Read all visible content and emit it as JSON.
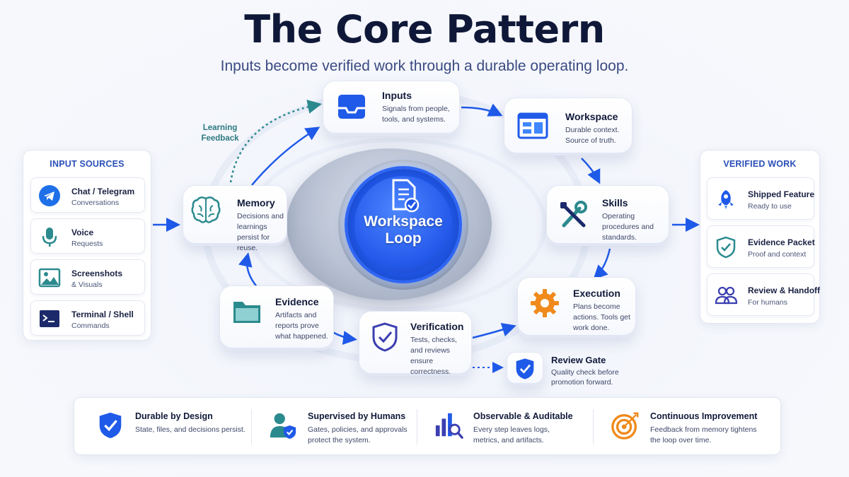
{
  "title": "The Core Pattern",
  "subtitle": "Inputs become verified work through a durable operating loop.",
  "input_sources": {
    "title": "INPUT SOURCES",
    "items": [
      {
        "label": "Chat / Telegram",
        "sub": "Conversations",
        "icon": "telegram-icon"
      },
      {
        "label": "Voice",
        "sub": "Requests",
        "icon": "microphone-icon"
      },
      {
        "label": "Screenshots",
        "sub": "& Visuals",
        "icon": "image-icon"
      },
      {
        "label": "Terminal / Shell",
        "sub": "Commands",
        "icon": "terminal-icon"
      }
    ]
  },
  "verified_work": {
    "title": "VERIFIED WORK",
    "items": [
      {
        "label": "Shipped Feature",
        "sub": "Ready to use",
        "icon": "rocket-icon"
      },
      {
        "label": "Evidence Packet",
        "sub": "Proof and context",
        "icon": "shield-check-icon"
      },
      {
        "label": "Review & Handoff",
        "sub": "For humans",
        "icon": "people-icon"
      }
    ]
  },
  "hub": {
    "line1": "Workspace",
    "line2": "Loop",
    "icon": "document-check-icon"
  },
  "loop": {
    "inputs": {
      "title": "Inputs",
      "desc": "Signals from people, tools, and systems.",
      "icon": "inbox-icon"
    },
    "workspace": {
      "title": "Workspace",
      "desc": "Durable context. Source of truth.",
      "icon": "browser-window-icon"
    },
    "skills": {
      "title": "Skills",
      "desc": "Operating procedures and standards.",
      "icon": "tools-icon"
    },
    "execution": {
      "title": "Execution",
      "desc": "Plans become actions. Tools get work done.",
      "icon": "gear-icon"
    },
    "verification": {
      "title": "Verification",
      "desc": "Tests, checks, and reviews ensure correctness.",
      "icon": "shield-check-icon"
    },
    "evidence": {
      "title": "Evidence",
      "desc": "Artifacts and reports prove what happened.",
      "icon": "folder-icon"
    },
    "memory": {
      "title": "Memory",
      "desc": "Decisions and learnings persist for reuse.",
      "icon": "brain-icon"
    },
    "review_gate": {
      "title": "Review Gate",
      "desc": "Quality check before promotion forward.",
      "icon": "shield-check-icon"
    }
  },
  "learning_feedback": "Learning Feedback",
  "features": [
    {
      "title": "Durable by Design",
      "desc": "State, files, and decisions persist.",
      "icon": "shield-check-icon"
    },
    {
      "title": "Supervised by Humans",
      "desc": "Gates, policies, and approvals protect the system.",
      "icon": "user-shield-icon"
    },
    {
      "title": "Observable & Auditable",
      "desc": "Every step leaves logs, metrics, and artifacts.",
      "icon": "chart-search-icon"
    },
    {
      "title": "Continuous Improvement",
      "desc": "Feedback from memory tightens the loop over time.",
      "icon": "target-icon"
    }
  ],
  "colors": {
    "accent": "#1f5ae8",
    "teal": "#2b8a8e",
    "navy": "#1c2a6b",
    "orange": "#f08a1c"
  }
}
